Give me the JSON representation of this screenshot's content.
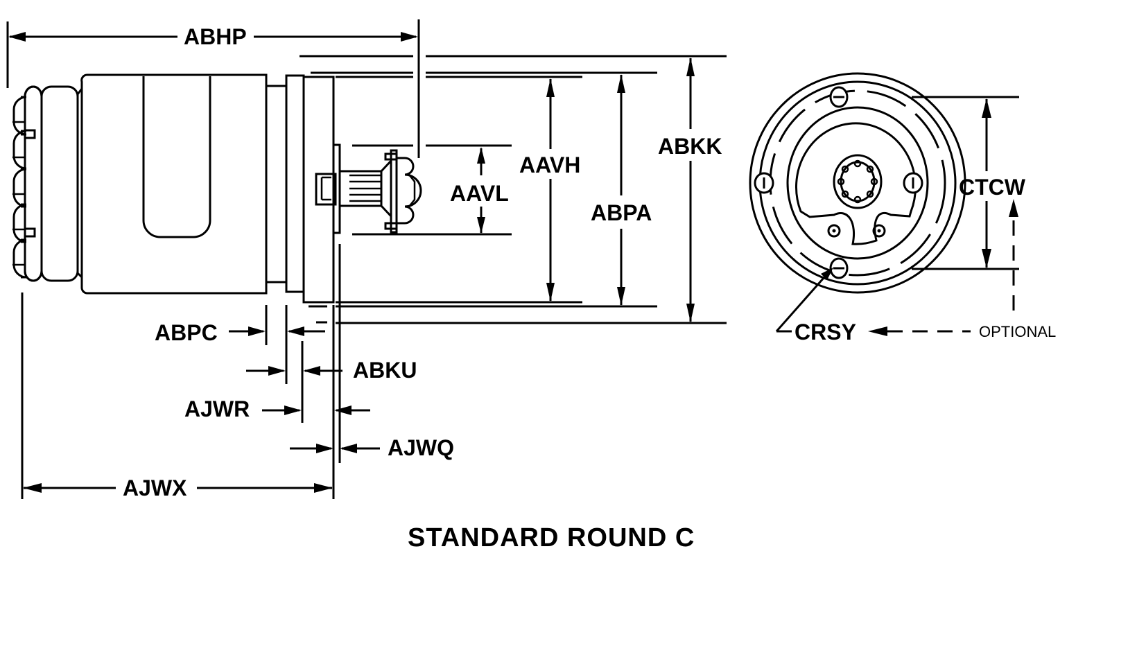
{
  "drawing": {
    "title": "STANDARD ROUND C",
    "side_view_labels": {
      "overall_length": "ABHP",
      "pin_section": "AAVL",
      "flange_inner_height": "AAVH",
      "flange_height": "ABPA",
      "overall_height": "ABKK",
      "gap_width": "ABPC",
      "flange_thickness": "ABKU",
      "ring_thickness": "AJWR",
      "plate_thickness": "AJWQ",
      "body_length": "AJWX"
    },
    "end_view_labels": {
      "mounting_hole_spacing": "CTCW",
      "mounting_hole": "CRSY",
      "optional_note": "OPTIONAL"
    },
    "line_color": "#000000",
    "background_color": "#ffffff"
  }
}
